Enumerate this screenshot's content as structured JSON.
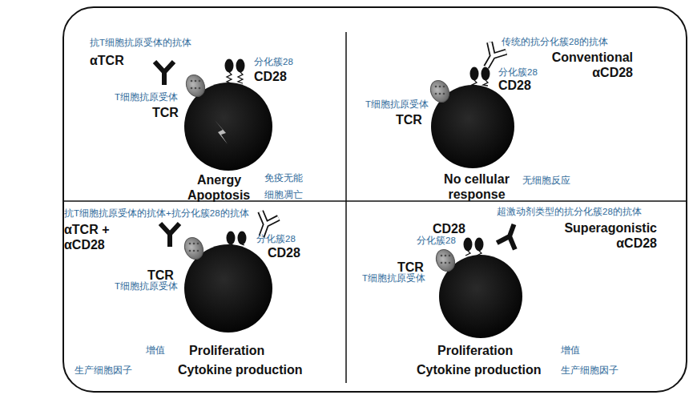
{
  "diagram": {
    "labels": [
      "抗T细胞抗原受体的抗体",
      "αTCR",
      "分化簇28",
      "CD28",
      "T细胞抗原受体",
      "TCR",
      "Anergy",
      "免疫无能",
      "Apoptosis",
      "细胞凋亡",
      "传统的抗分化簇28的抗体",
      "Conventional αCD28",
      "分化簇28",
      "CD28",
      "T细胞抗原受体",
      "TCR",
      "No cellular response",
      "无细胞反应",
      "抗T细胞抗原受体的抗体+抗分化簇28的抗体",
      "αTCR + αCD28",
      "分化簇28",
      "CD28",
      "TCR",
      "T细胞抗原受体",
      "增值",
      "Proliferation",
      "生产细胞因子",
      "Cytokine production",
      "超激动剂类型的抗分化簇28的抗体",
      "CD28",
      "分化簇28",
      "Superagonistic αCD28",
      "T细胞抗原受体",
      "TCR",
      "Proliferation",
      "增值",
      "Cytokine production",
      "生产细胞因子"
    ]
  }
}
